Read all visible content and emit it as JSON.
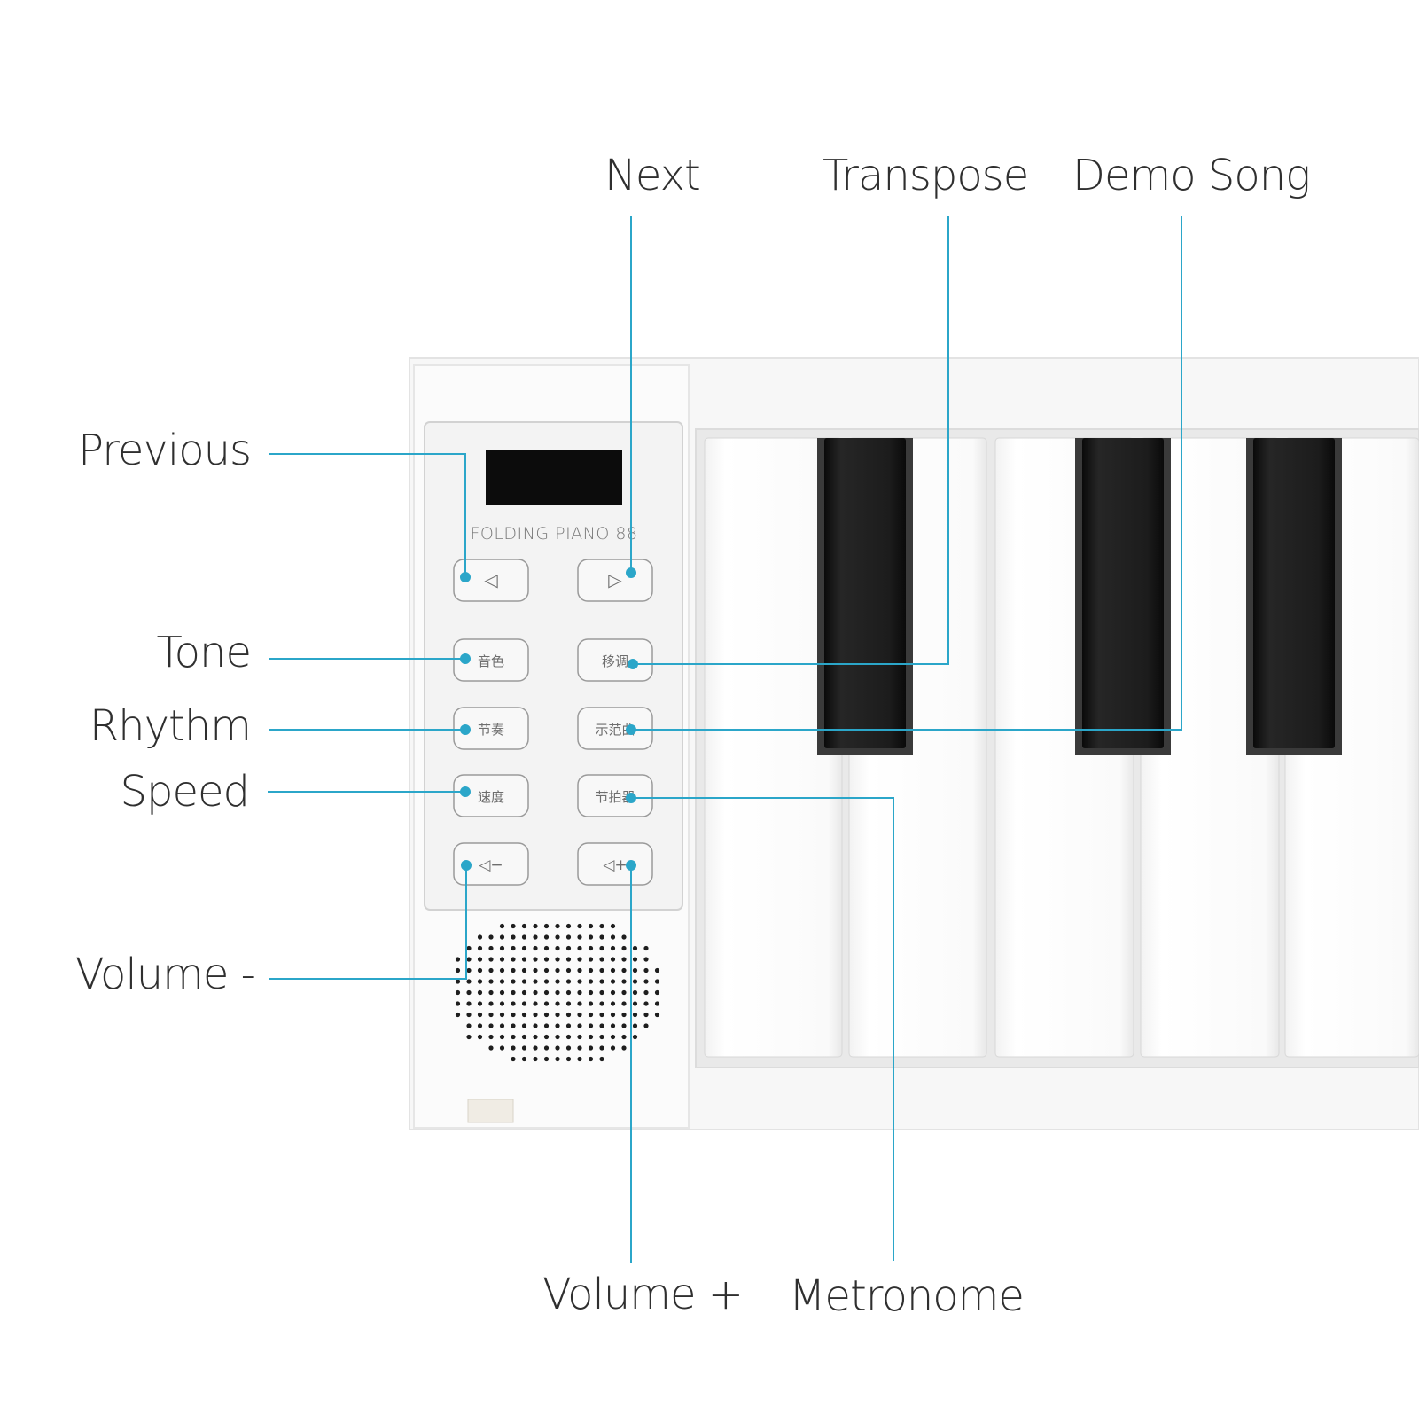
{
  "callouts": {
    "next": "Next",
    "transpose": "Transpose",
    "demo_song": "Demo Song",
    "previous": "Previous",
    "tone": "Tone",
    "rhythm": "Rhythm",
    "speed": "Speed",
    "volume_minus": "Volume -",
    "volume_plus": "Volume +",
    "metronome": "Metronome"
  },
  "panel": {
    "brand": "FOLDING PIANO 88",
    "buttons": {
      "prev_glyph": "◁",
      "next_glyph": "▷",
      "tone": "音色",
      "transpose": "移调",
      "rhythm": "节奏",
      "demo": "示范曲",
      "speed": "速度",
      "metronome": "节拍器",
      "vol_minus": "◁−",
      "vol_plus": "◁+"
    }
  },
  "colors": {
    "leader": "#2ba6c9",
    "label_text": "#2f2f2f",
    "black_key": "#1a1a1a",
    "display": "#0c0c0c"
  }
}
